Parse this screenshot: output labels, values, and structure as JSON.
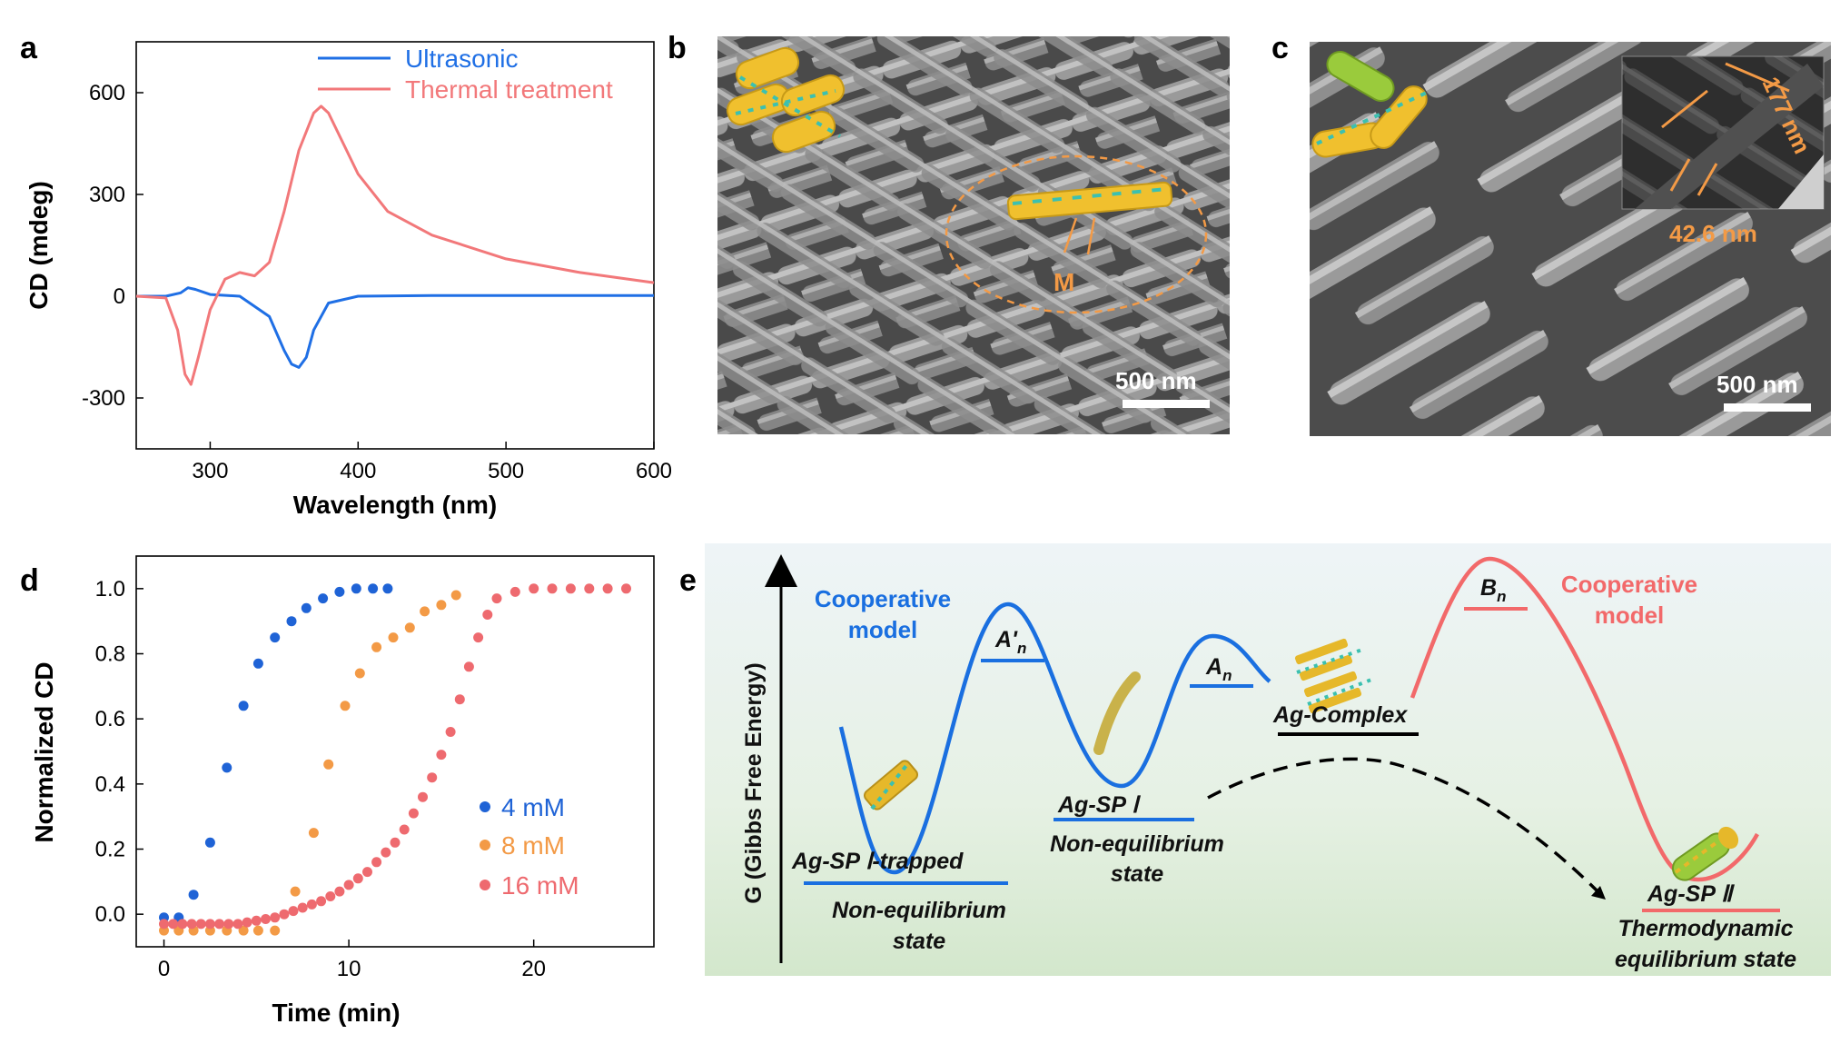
{
  "panels": {
    "a": "a",
    "b": "b",
    "c": "c",
    "d": "d",
    "e": "e"
  },
  "colors": {
    "blue": "#1f6fe5",
    "red": "#f2787a",
    "orange": "#f39a46",
    "pink": "#ee6a6f",
    "series4": "#1f63d6"
  },
  "chart_data": [
    {
      "type": "line",
      "panel": "a",
      "xlabel": "Wavelength (nm)",
      "ylabel": "CD (mdeg)",
      "xlim": [
        250,
        600
      ],
      "ylim": [
        -450,
        750
      ],
      "xticks": [
        "300",
        "400",
        "500",
        "600"
      ],
      "xtick_values": [
        300,
        400,
        500,
        600
      ],
      "yticks": [
        "600",
        "300",
        "0",
        "-300"
      ],
      "ytick_values": [
        600,
        300,
        0,
        -300
      ],
      "series": [
        {
          "name": "Ultrasonic",
          "color": "#1f6fe5",
          "x": [
            250,
            270,
            280,
            285,
            290,
            300,
            320,
            340,
            350,
            355,
            360,
            365,
            370,
            380,
            400,
            450,
            500,
            550,
            600
          ],
          "y": [
            0,
            0,
            10,
            25,
            20,
            5,
            0,
            -60,
            -160,
            -200,
            -210,
            -180,
            -100,
            -20,
            0,
            2,
            2,
            2,
            2
          ]
        },
        {
          "name": "Thermal treatment",
          "color": "#f2787a",
          "x": [
            250,
            270,
            278,
            283,
            287,
            292,
            300,
            310,
            320,
            330,
            340,
            350,
            360,
            370,
            375,
            380,
            390,
            400,
            420,
            450,
            500,
            550,
            600
          ],
          "y": [
            0,
            -5,
            -100,
            -230,
            -260,
            -180,
            -40,
            50,
            70,
            60,
            100,
            250,
            430,
            540,
            560,
            540,
            450,
            360,
            250,
            180,
            110,
            70,
            40
          ]
        }
      ]
    },
    {
      "type": "scatter",
      "panel": "d",
      "xlabel": "Time (min)",
      "ylabel": "Normalized CD",
      "xlim": [
        -1.5,
        26.5
      ],
      "ylim": [
        -0.1,
        1.1
      ],
      "xticks": [
        "0",
        "10",
        "20"
      ],
      "xtick_values": [
        0,
        10,
        20
      ],
      "yticks": [
        "1.0",
        "0.8",
        "0.6",
        "0.4",
        "0.2",
        "0.0"
      ],
      "ytick_values": [
        1.0,
        0.8,
        0.6,
        0.4,
        0.2,
        0.0
      ],
      "series": [
        {
          "name": "4 mM",
          "color": "#1f63d6",
          "x": [
            0,
            0.8,
            1.6,
            2.5,
            3.4,
            4.3,
            5.1,
            6.0,
            6.9,
            7.7,
            8.6,
            9.5,
            10.4,
            11.3,
            12.1
          ],
          "y": [
            -0.01,
            -0.01,
            0.06,
            0.22,
            0.45,
            0.64,
            0.77,
            0.85,
            0.9,
            0.94,
            0.97,
            0.99,
            1.0,
            1.0,
            1.0
          ]
        },
        {
          "name": "8 mM",
          "color": "#f39a46",
          "x": [
            0,
            0.8,
            1.6,
            2.5,
            3.4,
            4.3,
            5.1,
            6.0,
            7.1,
            8.1,
            8.9,
            9.8,
            10.6,
            11.5,
            12.4,
            13.3,
            14.1,
            15.0,
            15.8
          ],
          "y": [
            -0.05,
            -0.05,
            -0.05,
            -0.05,
            -0.05,
            -0.05,
            -0.05,
            -0.05,
            0.07,
            0.25,
            0.46,
            0.64,
            0.74,
            0.82,
            0.85,
            0.88,
            0.93,
            0.95,
            0.98
          ]
        },
        {
          "name": "16 mM",
          "color": "#ee6a6f",
          "x": [
            0,
            0.5,
            1,
            1.5,
            2,
            2.5,
            3,
            3.5,
            4,
            4.5,
            5,
            5.5,
            6,
            6.5,
            7,
            7.5,
            8,
            8.5,
            9,
            9.5,
            10,
            10.5,
            11,
            11.5,
            12,
            12.5,
            13,
            13.5,
            14,
            14.5,
            15,
            15.5,
            16,
            16.5,
            17,
            17.5,
            18,
            19,
            20,
            21,
            22,
            23,
            24,
            25
          ],
          "y": [
            -0.03,
            -0.03,
            -0.03,
            -0.03,
            -0.03,
            -0.03,
            -0.03,
            -0.03,
            -0.03,
            -0.025,
            -0.02,
            -0.015,
            -0.01,
            0.0,
            0.01,
            0.02,
            0.03,
            0.04,
            0.055,
            0.07,
            0.09,
            0.11,
            0.13,
            0.16,
            0.19,
            0.22,
            0.26,
            0.31,
            0.36,
            0.42,
            0.49,
            0.56,
            0.66,
            0.76,
            0.85,
            0.92,
            0.97,
            0.99,
            1.0,
            1.0,
            1.0,
            1.0,
            1.0,
            1.0
          ]
        }
      ]
    }
  ],
  "panel_b": {
    "annotation": "M",
    "scale_bar": "500 nm"
  },
  "panel_c": {
    "inset_length": "177 nm",
    "inset_width": "42.6 nm",
    "scale_bar": "500 nm"
  },
  "panel_e": {
    "y_axis": "G (Gibbs Free Energy)",
    "coop_left": [
      "Cooperative",
      "model"
    ],
    "coop_right": [
      "Cooperative",
      "model"
    ],
    "a_prime": "A'",
    "a_n": "A",
    "b_n": "B",
    "sub_n": "n",
    "trapped": "Ag-SP Ⅰ-trapped",
    "trapped_state": [
      "Non-equilibrium",
      "state"
    ],
    "sp1": "Ag-SP Ⅰ",
    "sp1_state": [
      "Non-equilibrium",
      "state"
    ],
    "complex": "Ag-Complex",
    "sp2": "Ag-SP Ⅱ",
    "sp2_state": [
      "Thermodynamic",
      "equilibrium state"
    ]
  }
}
